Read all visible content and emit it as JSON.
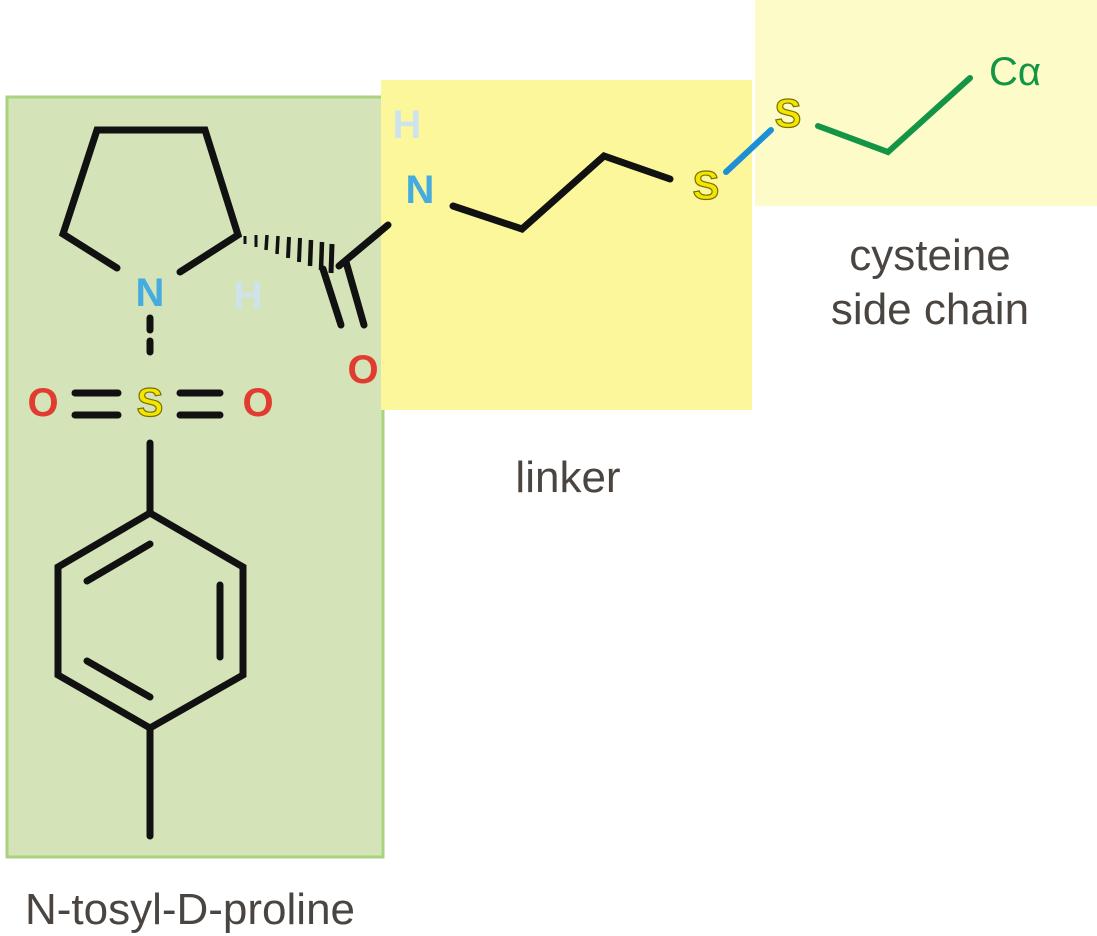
{
  "regions": {
    "proline": {
      "label": "N-tosyl-D-proline",
      "fill": "#d5e3b9",
      "border": "#a9d37f"
    },
    "linker": {
      "label": "linker",
      "fill": "#fdf79c"
    },
    "cysteine": {
      "label_line1": "cysteine",
      "label_line2": "side chain",
      "fill": "#fdfbc8"
    }
  },
  "atoms": {
    "ring_n": "N",
    "alpha_h": "H",
    "sulfonyl_s": "S",
    "sulfonyl_o_left": "O",
    "sulfonyl_o_right": "O",
    "carbonyl_o": "O",
    "amide_h": "H",
    "amide_n": "N",
    "linker_s": "S",
    "cys_s": "S",
    "c_alpha": "Cα"
  },
  "colors": {
    "bond": "#111111",
    "nitrogen": "#46acdf",
    "hydrogen": "#cfe3ec",
    "oxygen": "#e03c30",
    "sulfur": "#f4e600",
    "sulfur_outline": "#7a7000",
    "disulfide_bond": "#1d8fd6",
    "cysteine": "#149546",
    "label": "#4a4540"
  }
}
